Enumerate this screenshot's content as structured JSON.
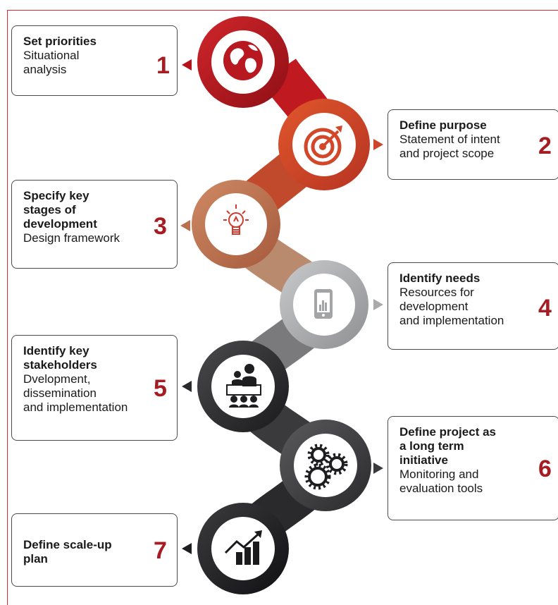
{
  "steps": [
    {
      "number": "1",
      "title": "Set priorities",
      "subtitle": "Situational\nanalysis",
      "icon": "globe-icon",
      "color": "#b5141c"
    },
    {
      "number": "2",
      "title": "Define purpose",
      "subtitle": "Statement of intent\nand project scope",
      "icon": "target-icon",
      "color": "#cf4528"
    },
    {
      "number": "3",
      "title": "Specify key\nstages of\ndevelopment",
      "subtitle": "Design framework",
      "icon": "lightbulb-icon",
      "color": "#b9704e"
    },
    {
      "number": "4",
      "title": "Identify needs",
      "subtitle": "Resources for\ndevelopment\nand implementation",
      "icon": "tablet-chart-icon",
      "color": "#a9aaac"
    },
    {
      "number": "5",
      "title": "Identify key\nstakeholders",
      "subtitle": "Dvelopment,\ndissemination\nand implementation",
      "icon": "meeting-icon",
      "color": "#2a2a2c"
    },
    {
      "number": "6",
      "title": "Define project as\na long term\ninitiative",
      "subtitle": "Monitoring and\nevaluation tools",
      "icon": "gears-icon",
      "color": "#3a3a3c"
    },
    {
      "number": "7",
      "title": "Define scale-up\nplan",
      "subtitle": "",
      "icon": "growth-chart-icon",
      "color": "#1e1e20"
    }
  ],
  "colors": {
    "accent": "#a51c23",
    "frame": "#d9252b"
  }
}
